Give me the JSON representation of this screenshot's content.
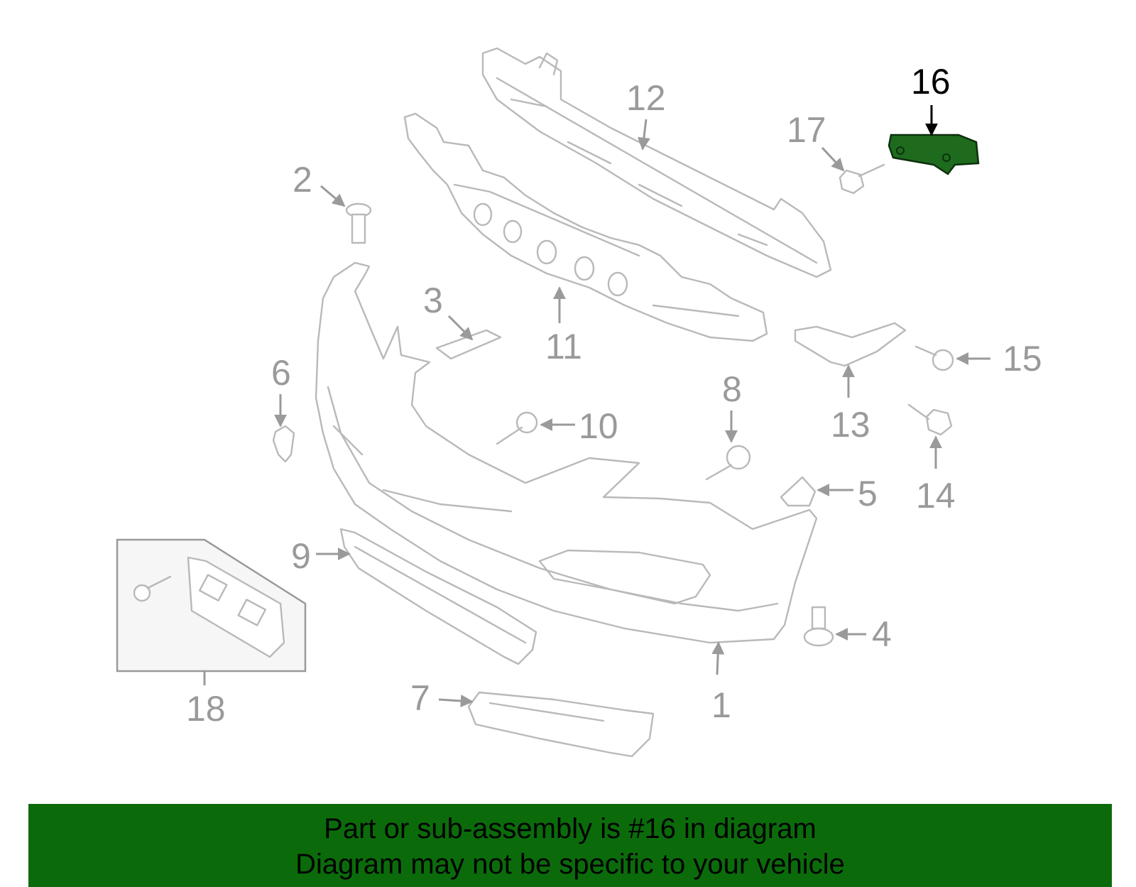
{
  "colors": {
    "banner_bg": "#0b6b0b",
    "highlight_part": "#1e6b1e",
    "line_art": "#b9b9b9",
    "callout_text": "#9a9a9a",
    "highlight_text": "#000000"
  },
  "highlighted_callout": "16",
  "callouts": {
    "c1": "1",
    "c2": "2",
    "c3": "3",
    "c4": "4",
    "c5": "5",
    "c6": "6",
    "c7": "7",
    "c8": "8",
    "c9": "9",
    "c10": "10",
    "c11": "11",
    "c12": "12",
    "c13": "13",
    "c14": "14",
    "c15": "15",
    "c16": "16",
    "c17": "17",
    "c18": "18"
  },
  "banner": {
    "line1": "Part or sub-assembly is #16 in diagram",
    "line2": "Diagram may not be specific to your vehicle"
  }
}
